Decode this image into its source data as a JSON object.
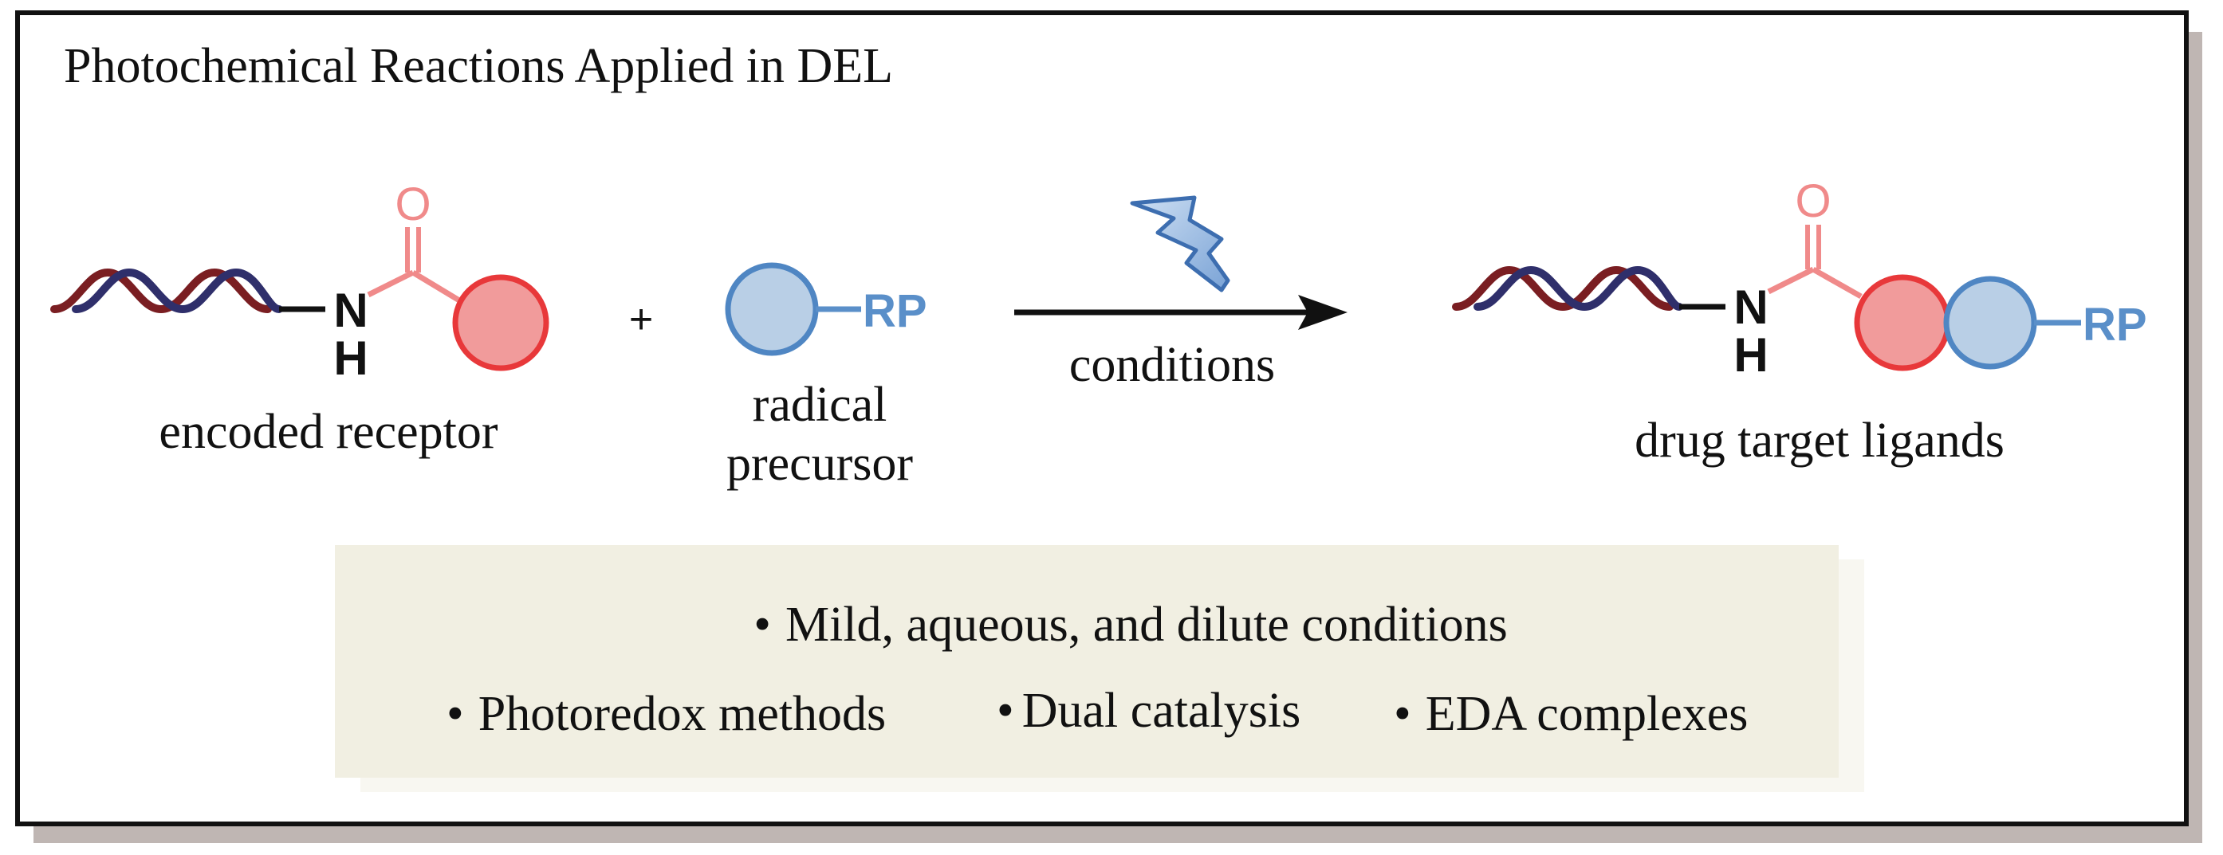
{
  "title": "Photochemical Reactions Applied in DEL",
  "reactant1": {
    "caption": "encoded receptor",
    "nh_top": "N",
    "nh_bottom": "H",
    "carbonyl": "O"
  },
  "plus": "+",
  "reactant2": {
    "caption_line1": "radical",
    "caption_line2": "precursor",
    "group": "RP"
  },
  "arrow": {
    "label": "conditions",
    "icon": "lightning-bolt-icon"
  },
  "product": {
    "caption": "drug target ligands",
    "nh_top": "N",
    "nh_bottom": "H",
    "carbonyl": "O",
    "group": "RP"
  },
  "features": {
    "line1": [
      "Mild, aqueous, and dilute conditions"
    ],
    "line2": [
      "Photoredox methods",
      "Dual catalysis",
      "EDA complexes"
    ],
    "bullet": "•"
  },
  "colors": {
    "frame": "#111111",
    "shadow": "#bfb6b3",
    "red_circle_fill": "#f19b9b",
    "red_circle_stroke": "#e8383a",
    "carbonyl_pink": "#f08a8a",
    "blue_circle_fill": "#b9cfe6",
    "blue_circle_stroke": "#4f86c3",
    "rp_blue": "#5a8fc9",
    "dna_dark_red": "#7a1e22",
    "dna_navy": "#2f2f6b",
    "features_box": "#f1efe2",
    "bolt_fill": "#9dbde3",
    "bolt_stroke": "#3d6eb0"
  }
}
